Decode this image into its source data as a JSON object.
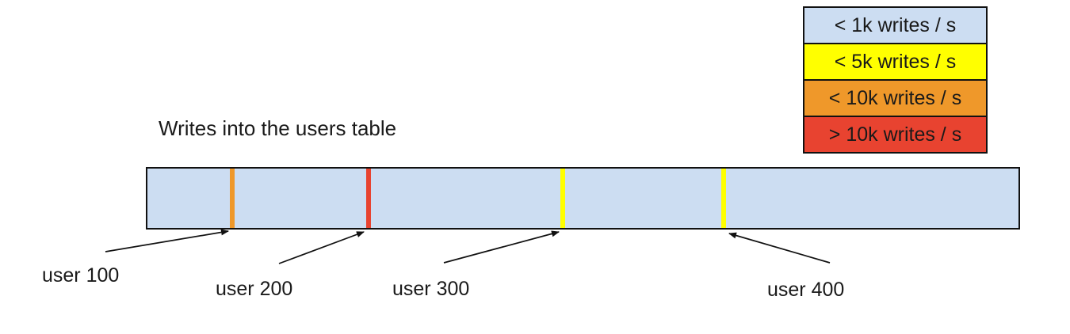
{
  "title": "Writes into the users table",
  "colors": {
    "bar_fill": "#ccddf2",
    "outline": "#111111",
    "lt_1k": "#ccddf2",
    "lt_5k": "#ffff00",
    "lt_10k": "#ef982a",
    "gt_10k": "#e84330"
  },
  "legend": {
    "items": [
      {
        "label": "< 1k writes / s",
        "color": "#ccddf2"
      },
      {
        "label": "< 5k writes / s",
        "color": "#ffff00"
      },
      {
        "label": "< 10k writes / s",
        "color": "#ef982a"
      },
      {
        "label": "> 10k writes / s",
        "color": "#e84330"
      }
    ]
  },
  "bar": {
    "fill": "#ccddf2",
    "stripes": [
      {
        "user_label": "user 100",
        "rate_bucket": "< 10k writes / s",
        "color": "#ef982a",
        "position_fraction": 0.095
      },
      {
        "user_label": "user 200",
        "rate_bucket": "> 10k writes / s",
        "color": "#e84330",
        "position_fraction": 0.251
      },
      {
        "user_label": "user 300",
        "rate_bucket": "< 5k writes / s",
        "color": "#ffff00",
        "position_fraction": 0.474
      },
      {
        "user_label": "user 400",
        "rate_bucket": "< 5k writes / s",
        "color": "#ffff00",
        "position_fraction": 0.659
      }
    ]
  }
}
